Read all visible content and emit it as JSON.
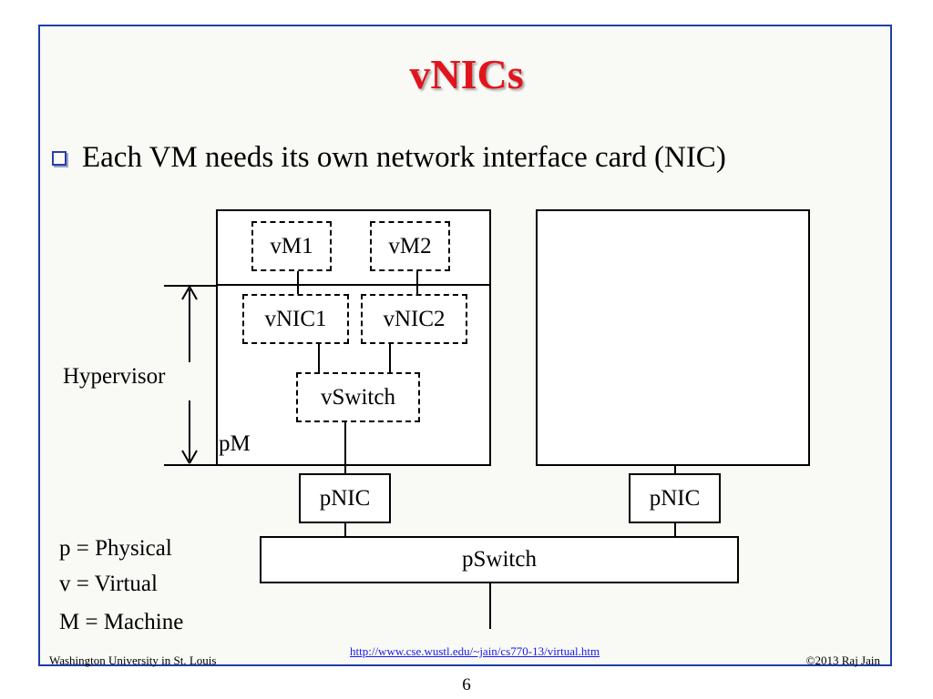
{
  "slide": {
    "title": "vNICs",
    "bullet": "Each VM needs its own network interface card (NIC)"
  },
  "diagram": {
    "vm1": "vM1",
    "vm2": "vM2",
    "vnic1": "vNIC1",
    "vnic2": "vNIC2",
    "vswitch": "vSwitch",
    "hypervisor": "Hypervisor",
    "pm": "pM",
    "pnic_left": "pNIC",
    "pnic_right": "pNIC",
    "pswitch": "pSwitch"
  },
  "legend": {
    "line1": "p = Physical",
    "line2": "v = Virtual",
    "line3": "M = Machine"
  },
  "footer": {
    "left": "Washington University in St. Louis",
    "link": "http://www.cse.wustl.edu/~jain/cs770-13/virtual.htm",
    "right": "©2013 Raj Jain",
    "page": "6"
  },
  "colors": {
    "title": "#e1141e",
    "frame": "#1f3ea6",
    "link": "#1a1aee"
  }
}
